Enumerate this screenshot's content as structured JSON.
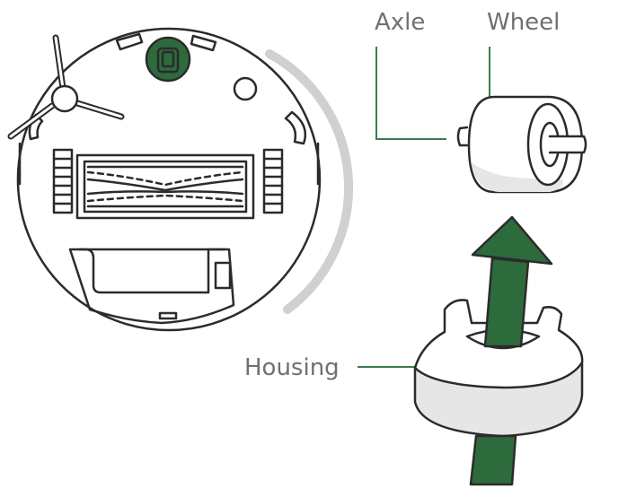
{
  "labels": {
    "axle": "Axle",
    "wheel": "Wheel",
    "housing": "Housing"
  },
  "colors": {
    "outline": "#2b2b2b",
    "accent": "#2e6b3c",
    "label": "#707070",
    "shade": "#e6e6e6",
    "leader": "#3d7a50"
  }
}
